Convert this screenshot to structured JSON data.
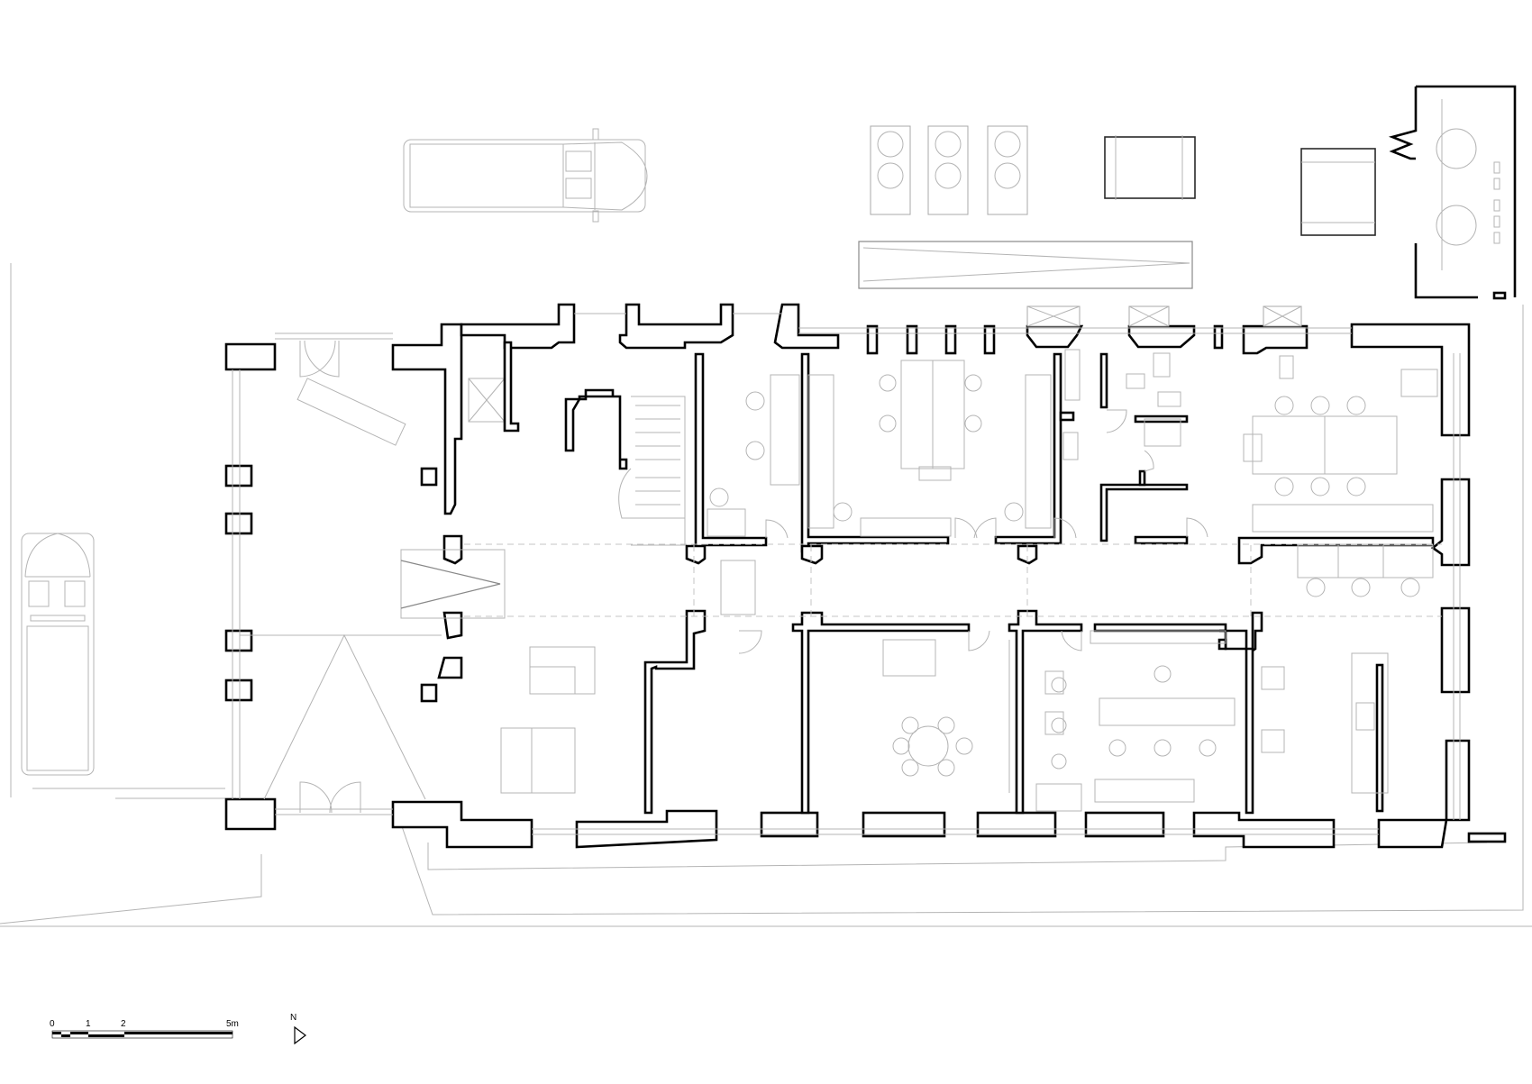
{
  "scale_bar": {
    "ticks": [
      "0",
      "1",
      "2",
      "5m"
    ]
  },
  "north_arrow": {
    "label": "N"
  },
  "drawing": {
    "type": "architectural ground floor plan",
    "icon_names": [
      "van-icon",
      "north-arrow-icon",
      "scale-bar",
      "chair-icon",
      "toilet-icon",
      "sink-icon",
      "stair-icon",
      "door-swing-icon"
    ]
  }
}
